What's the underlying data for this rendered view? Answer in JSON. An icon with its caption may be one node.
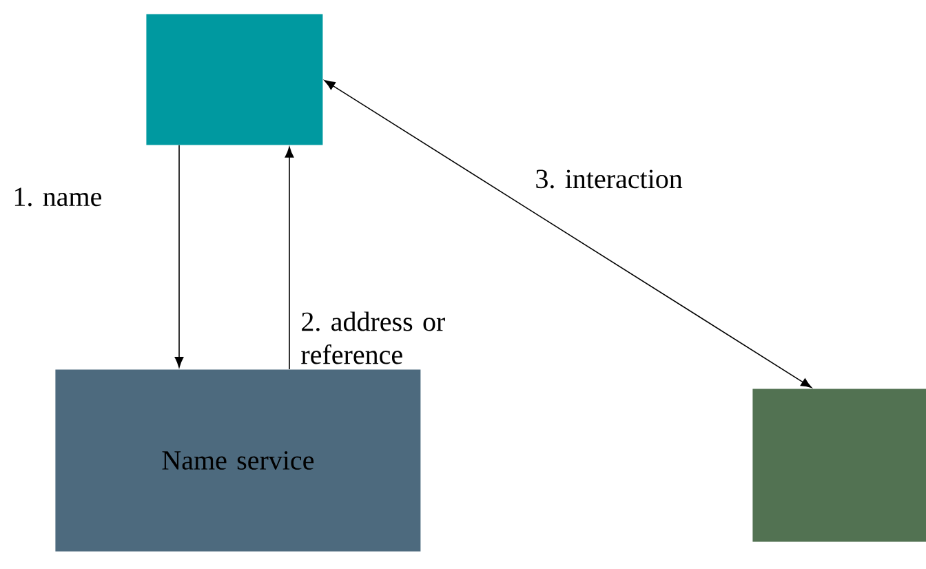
{
  "diagram": {
    "nodes": [
      {
        "text": [],
        "shape": "box"
      },
      {
        "text": [
          "Name service"
        ]
      },
      {
        "text": [],
        "shape": "box"
      }
    ],
    "edges": [
      {
        "from": 0,
        "to": 1,
        "arrow": "to",
        "label": "1. name"
      },
      {
        "from": 1,
        "to": 0,
        "arrow": "to",
        "label": "2. address or reference"
      },
      {
        "from": 0,
        "to": 2,
        "arrow": "both",
        "label": "3. interaction"
      }
    ]
  }
}
